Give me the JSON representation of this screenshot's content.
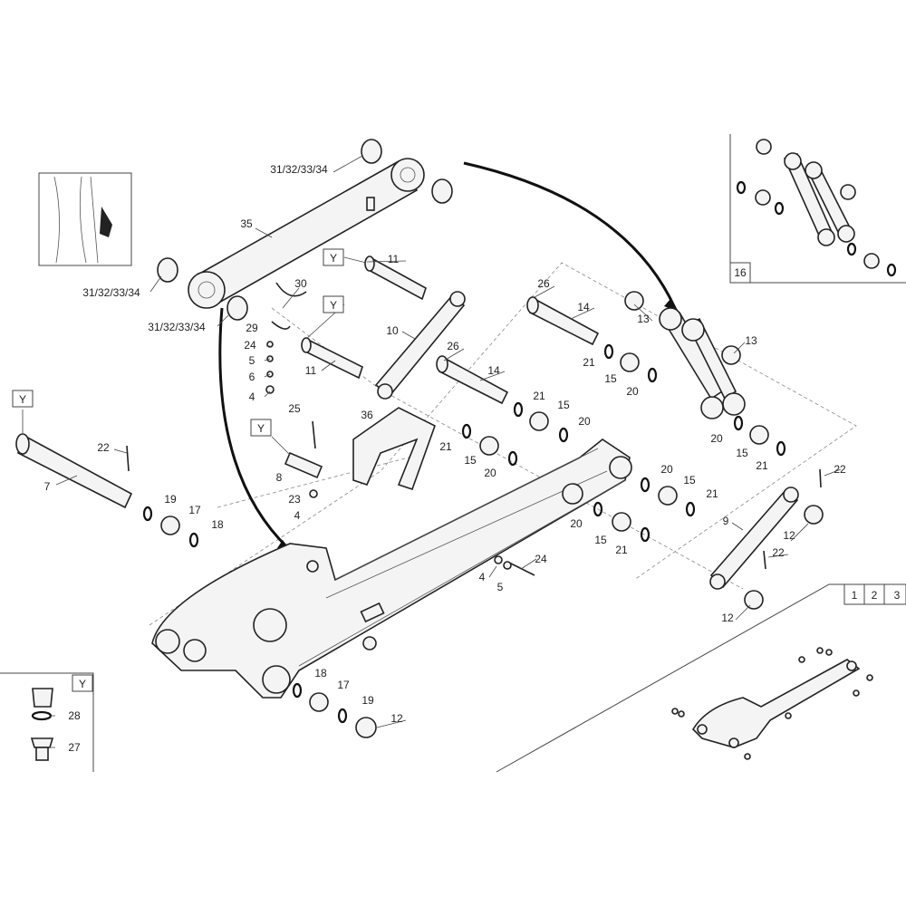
{
  "callouts": [
    "31/32/33/34",
    "35",
    "31/32/33/34",
    "31/32/33/34",
    "30",
    "29",
    "24",
    "5",
    "6",
    "4",
    "11",
    "11",
    "10",
    "26",
    "14",
    "26",
    "14",
    "13",
    "13",
    "21",
    "15",
    "20",
    "21",
    "15",
    "20",
    "21",
    "15",
    "20",
    "36",
    "25",
    "8",
    "23",
    "4",
    "22",
    "7",
    "19",
    "17",
    "18",
    "20",
    "15",
    "21",
    "20",
    "15",
    "21",
    "20",
    "15",
    "21",
    "22",
    "22",
    "9",
    "12",
    "12",
    "24",
    "4",
    "5",
    "18",
    "17",
    "19",
    "12",
    "28",
    "27",
    "16"
  ],
  "reference_marker": "Y",
  "page_tabs": [
    "1",
    "2",
    "3"
  ]
}
